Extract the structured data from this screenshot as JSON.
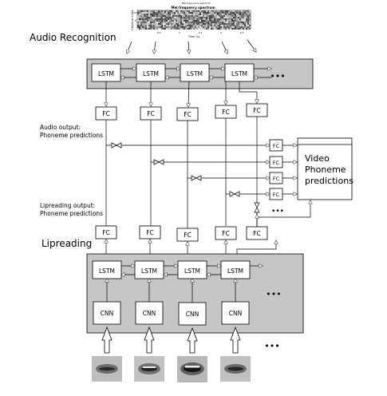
{
  "spectrogram": {
    "suptitle": "Mel-frequency spectrum",
    "title": "Mel-frequency spectrum",
    "ylabel": "Cepstral index",
    "xlabel": "Time (s)",
    "xticks": [
      "0.5",
      "1",
      "1.5",
      "2",
      "2.5"
    ],
    "yticks": [
      "10",
      "5"
    ]
  },
  "audio_section": {
    "title": "Audio Recognition",
    "lstm_label": "LSTM",
    "fc_label": "FC",
    "ellipsis": "•••"
  },
  "audio_output_label": [
    "Audio output:",
    "Phoneme predictions"
  ],
  "lipreading_output_label": [
    "Lipreading output:",
    "Phoneme predictions"
  ],
  "lip_section": {
    "title": "Lipreading",
    "lstm_label": "LSTM",
    "fc_label": "FC",
    "cnn_label": "CNN",
    "ellipsis": "•••"
  },
  "video_box": {
    "lines": [
      "Video",
      "Phoneme",
      "predictions"
    ],
    "fc_label": "FC",
    "ellipsis": "•••"
  },
  "frames_ellipsis": "•••",
  "colors": {
    "panel_fill": "#c6c6c6",
    "box_fill": "#ffffff",
    "line": "#000000"
  }
}
